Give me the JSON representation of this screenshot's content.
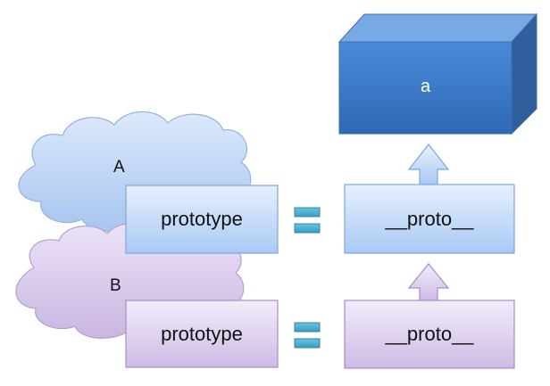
{
  "diagram": {
    "cube": {
      "label": "a"
    },
    "cloud_a": {
      "label": "A"
    },
    "cloud_b": {
      "label": "B"
    },
    "row_a": {
      "left_label": "prototype",
      "right_label": "__proto__"
    },
    "row_b": {
      "left_label": "prototype",
      "right_label": "__proto__"
    }
  },
  "colors": {
    "cube_front": "#3f7fcf",
    "cube_top": "#6fa6e6",
    "cube_side": "#2c5f9e",
    "blue_box": "#c9defa",
    "blue_border": "#7ea6dc",
    "purple_box": "#ddd0ee",
    "purple_border": "#a58ec8",
    "equals": "#4aaecf"
  }
}
